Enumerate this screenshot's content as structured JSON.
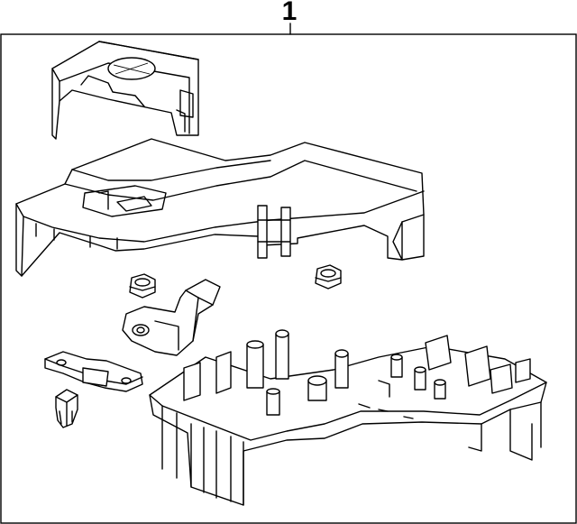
{
  "diagram": {
    "callout_number": "1",
    "parts": [
      {
        "name": "terminal-cover"
      },
      {
        "name": "fuse-box-upper-cover"
      },
      {
        "name": "hex-nut"
      },
      {
        "name": "battery-terminal-bracket"
      },
      {
        "name": "fusible-link"
      },
      {
        "name": "small-fuse"
      },
      {
        "name": "fuse-box-base"
      }
    ]
  }
}
